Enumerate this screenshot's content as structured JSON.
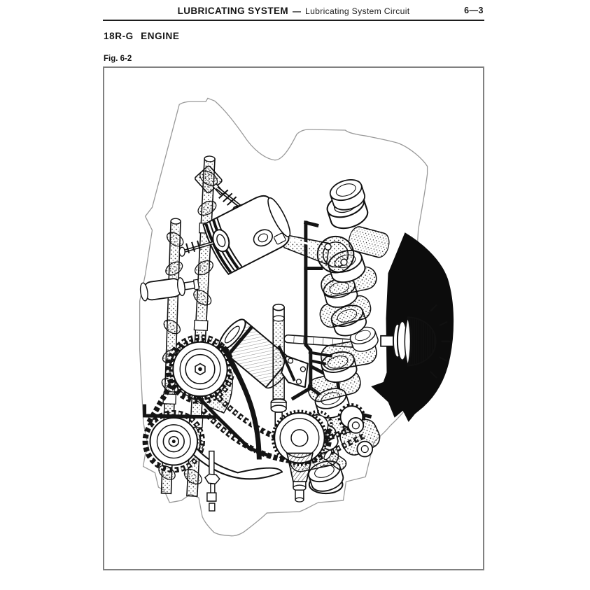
{
  "page": {
    "header": {
      "title": "LUBRICATING SYSTEM",
      "separator": "—",
      "subtitle": "Lubricating System Circuit",
      "page_number": "6—3"
    },
    "section_heading": "18R-G ENGINE",
    "figure_label": "Fig. 6-2"
  },
  "colors": {
    "ink": "#141414",
    "block_outline": "#999999",
    "paper": "#ffffff",
    "frame_border": "#808080"
  }
}
